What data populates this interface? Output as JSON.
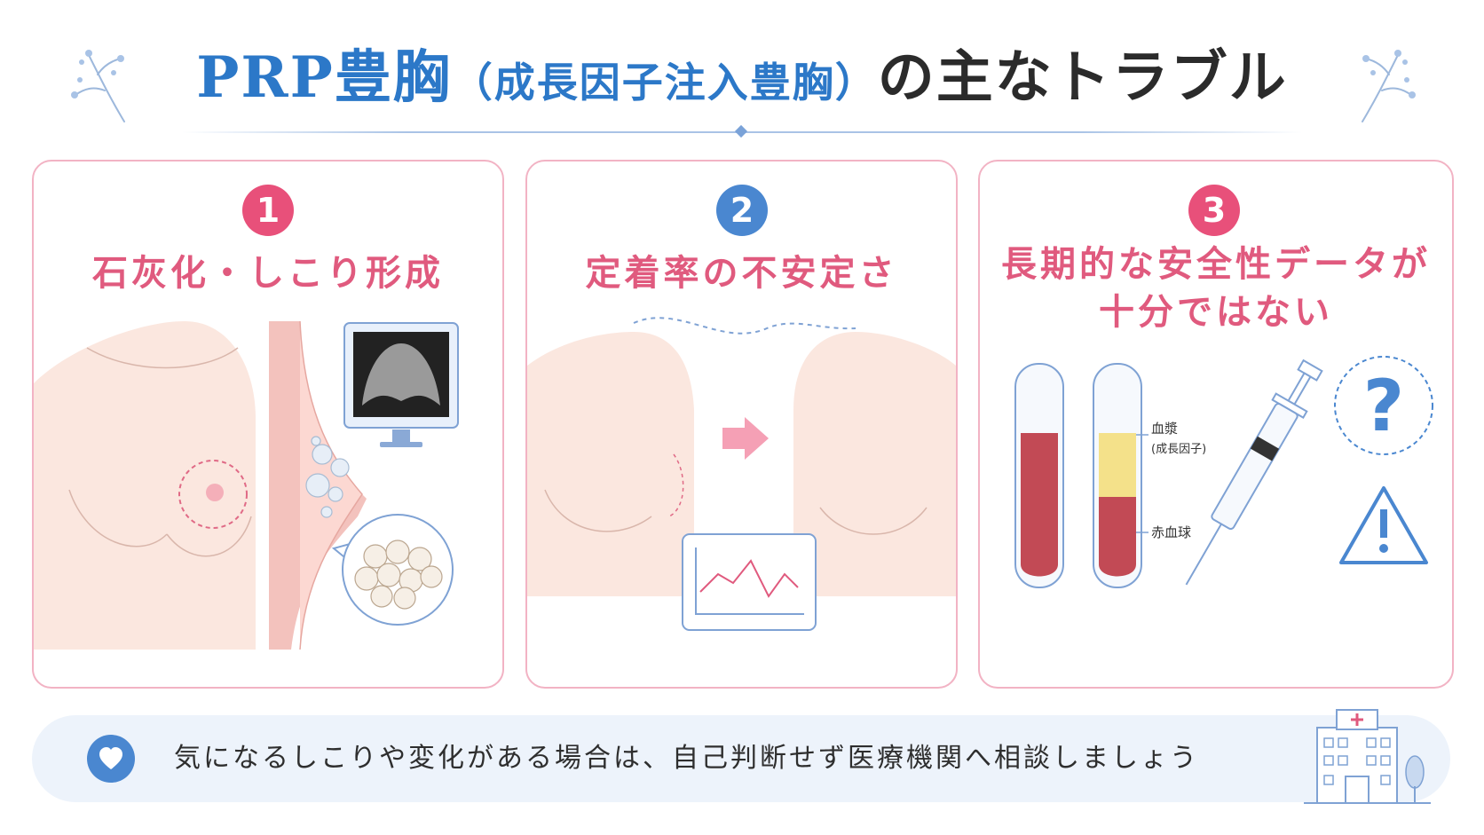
{
  "header": {
    "title_main": "PRP豊胸",
    "title_paren": "（成長因子注入豊胸）",
    "title_tail": "の主なトラブル"
  },
  "cards": [
    {
      "number": "1",
      "title_lines": [
        "石灰化・しこり形成"
      ]
    },
    {
      "number": "2",
      "title_lines": [
        "定着率の不安定さ"
      ]
    },
    {
      "number": "3",
      "title_lines": [
        "長期的な安全性データが",
        "十分ではない"
      ],
      "labels": {
        "plasma": "血漿",
        "plasma_sub": "(成長因子)",
        "rbc": "赤血球"
      }
    }
  ],
  "note": {
    "text": "気になるしこりや変化がある場合は、自己判断せず医療機関へ相談しましょう"
  },
  "icons": [
    "sprig-icon",
    "heart-icon",
    "arrow-right-icon",
    "question-icon",
    "warning-icon",
    "hospital-icon",
    "syringe-icon",
    "test-tube-icon",
    "monitor-icon",
    "chart-icon"
  ],
  "colors": {
    "accent_pink": "#e8507a",
    "accent_blue": "#4a87d0",
    "title_blue": "#2c78c8",
    "card_border": "#f2b3c4"
  }
}
